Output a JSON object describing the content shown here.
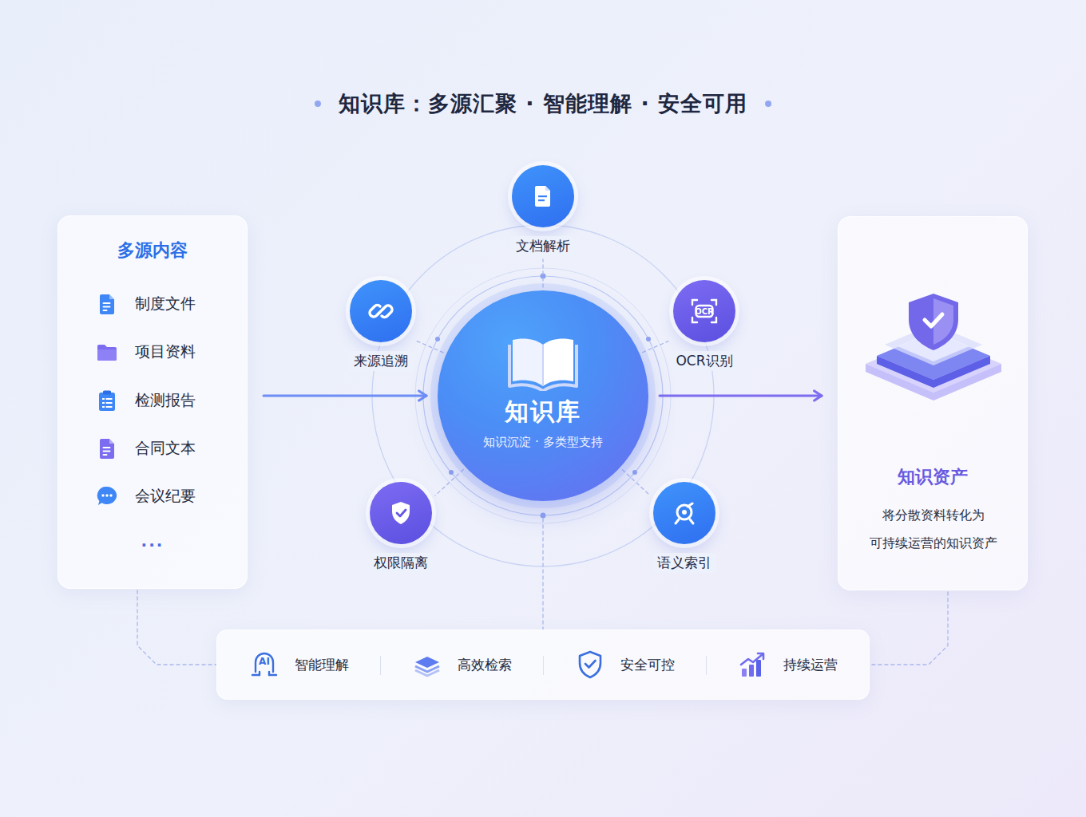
{
  "diagram": {
    "title": "知识库：多源汇聚 · 智能理解 · 安全可用",
    "nodes": [
      {
        "text": [
          "多源内容",
          "制度文件",
          "项目资料",
          "检测报告",
          "合同文本",
          "会议纪要",
          "···"
        ]
      },
      {
        "text": [
          "文档解析"
        ]
      },
      {
        "text": [
          "来源追溯"
        ]
      },
      {
        "text": [
          "OCR",
          "OCR识别"
        ]
      },
      {
        "text": [
          "知识库",
          "知识沉淀 · 多类型支持"
        ]
      },
      {
        "text": [
          "权限隔离"
        ]
      },
      {
        "text": [
          "语义索引"
        ]
      },
      {
        "text": [
          "知识资产",
          "将分散资料转化为 可持续运营的知识资产"
        ]
      },
      {
        "text": [
          "AI",
          "智能理解",
          "高效检索",
          "安全可控",
          "持续运营"
        ]
      }
    ],
    "edges": [
      {
        "from": 0,
        "to": 4,
        "arrow": "to"
      },
      {
        "from": 4,
        "to": 7,
        "arrow": "to"
      },
      {
        "from": 4,
        "to": 1,
        "arrow": "none"
      },
      {
        "from": 4,
        "to": 2,
        "arrow": "none"
      },
      {
        "from": 4,
        "to": 3,
        "arrow": "none"
      },
      {
        "from": 4,
        "to": 5,
        "arrow": "none"
      },
      {
        "from": 4,
        "to": 6,
        "arrow": "none"
      },
      {
        "from": 0,
        "to": 8,
        "arrow": "none"
      },
      {
        "from": 7,
        "to": 8,
        "arrow": "none"
      },
      {
        "from": 4,
        "to": 8,
        "arrow": "none"
      }
    ]
  }
}
